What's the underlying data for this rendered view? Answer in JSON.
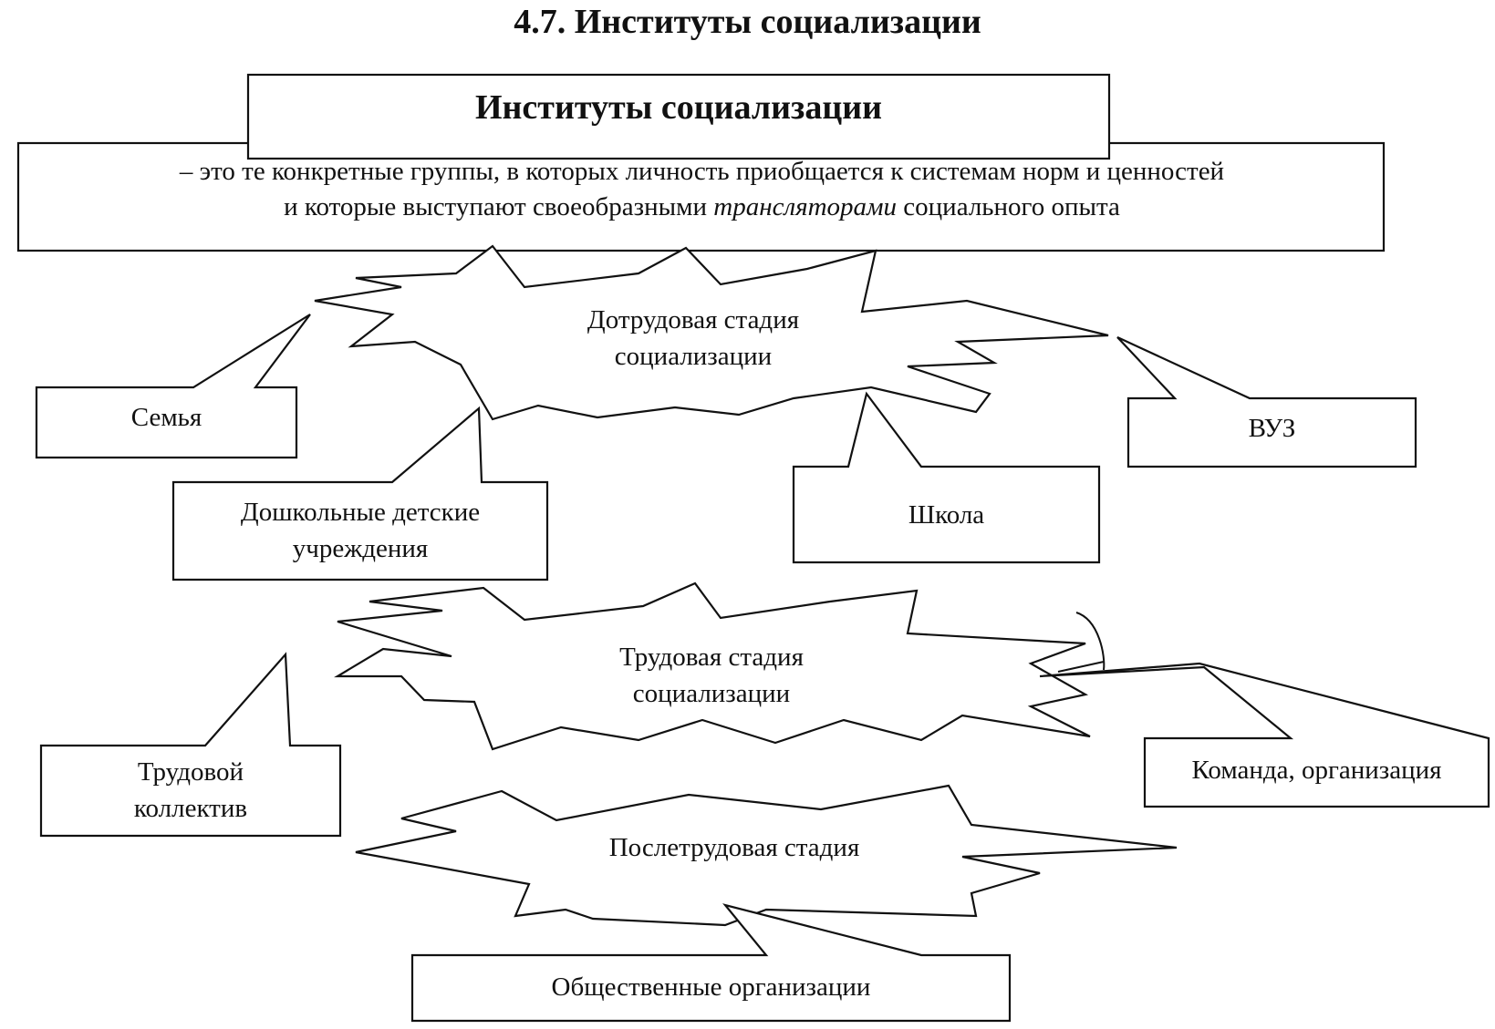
{
  "page_title": "4.7. Институты социализации",
  "definition": {
    "title": "Институты социализации",
    "line1": "– это те конкретные группы, в которых личность приобщается к системам норм и ценностей",
    "line2_start": "и которые выступают своеобразными ",
    "line2_italic": "трансляторами",
    "line2_end": " социального опыта"
  },
  "stages": [
    {
      "label_line1": "Дотрудовая стадия",
      "label_line2": "социализации",
      "institutions": [
        {
          "label_line1": "Семья",
          "label_line2": ""
        },
        {
          "label_line1": "Дошкольные детские",
          "label_line2": "учреждения"
        },
        {
          "label_line1": "Школа",
          "label_line2": ""
        },
        {
          "label_line1": "ВУЗ",
          "label_line2": ""
        }
      ]
    },
    {
      "label_line1": "Трудовая стадия",
      "label_line2": "социализации",
      "institutions": [
        {
          "label_line1": "Трудовой",
          "label_line2": "коллектив"
        },
        {
          "label_line1": "Команда, организация",
          "label_line2": ""
        }
      ]
    },
    {
      "label_line1": "Послетрудовая стадия",
      "label_line2": "",
      "institutions": [
        {
          "label_line1": "Общественные организации",
          "label_line2": ""
        }
      ]
    }
  ]
}
